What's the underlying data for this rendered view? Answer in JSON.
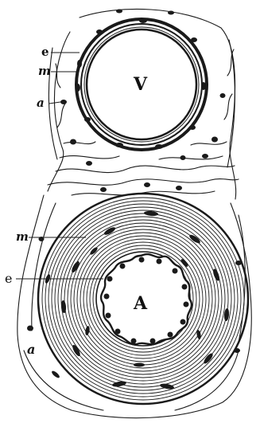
{
  "figure": {
    "ink_color": "#1a1a1a",
    "paper_color": "#ffffff",
    "labels": {
      "e_top": "e",
      "m_top": "m",
      "a_left": "a",
      "vein": "V",
      "m_lower": "m",
      "e_lower": "e",
      "artery": "A",
      "a_bottom": "a"
    }
  }
}
